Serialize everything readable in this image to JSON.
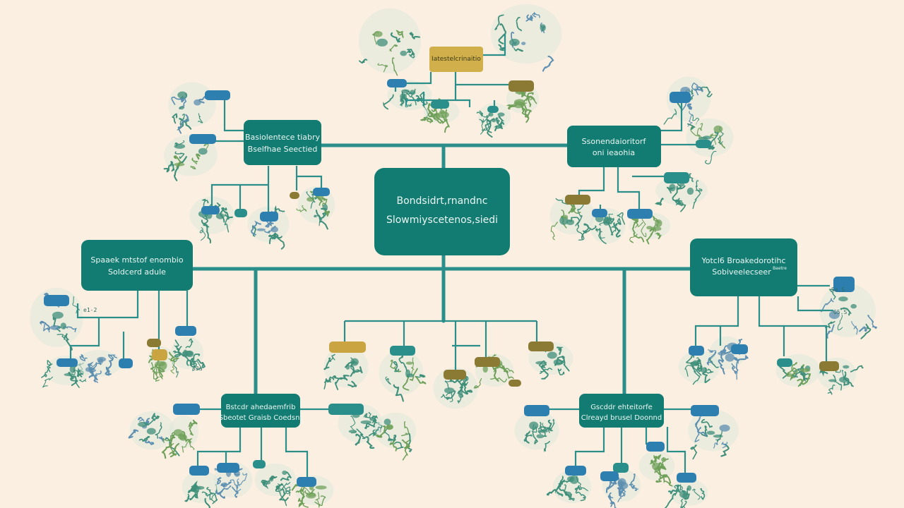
{
  "colors": {
    "background": "#fbefe1",
    "node_teal": "#137c72",
    "connector": "#2a8f8a",
    "leaf_blue": "#2d7fb0",
    "leaf_teal": "#2a8f8a",
    "leaf_olive": "#8a7a34",
    "leaf_gold": "#c9a441",
    "top_node_gold": "#d1b04c",
    "scribble_teal": "#3f8f7a",
    "scribble_green": "#6fa05a",
    "scribble_blue": "#5d8fb0"
  },
  "diagram": {
    "center": {
      "line1": "Bondsidrt,rnandnc",
      "line2": "Slowmiyscetenos,siedi"
    },
    "top": {
      "line1": "Iatestelcrinaitio"
    },
    "upper_left": {
      "line1": "Basiolentece tiabry",
      "line2": "Bselfhae Seectied"
    },
    "upper_right": {
      "line1": "Ssonendaioritorf",
      "line2": "oni ieaohia"
    },
    "mid_left": {
      "line1": "Spaaek mtstof enombio",
      "line2": "Soldcerd adule"
    },
    "mid_right": {
      "line1": "Yotcl6 Broakedorotihc",
      "line2": "Sobiveelecseer",
      "tag": "Baetre"
    },
    "bottom_left": {
      "line1": "Bstcdr ahedaemfrib",
      "line2": "Sbeotet Graisb Coedsnt"
    },
    "bottom_right": {
      "line1": "Gscddr ehteitorfe",
      "line2": "Clreayd brusel Doonnd"
    },
    "annotations": [
      "33a",
      "e1-2",
      "Sa.S",
      "G5.S"
    ]
  }
}
